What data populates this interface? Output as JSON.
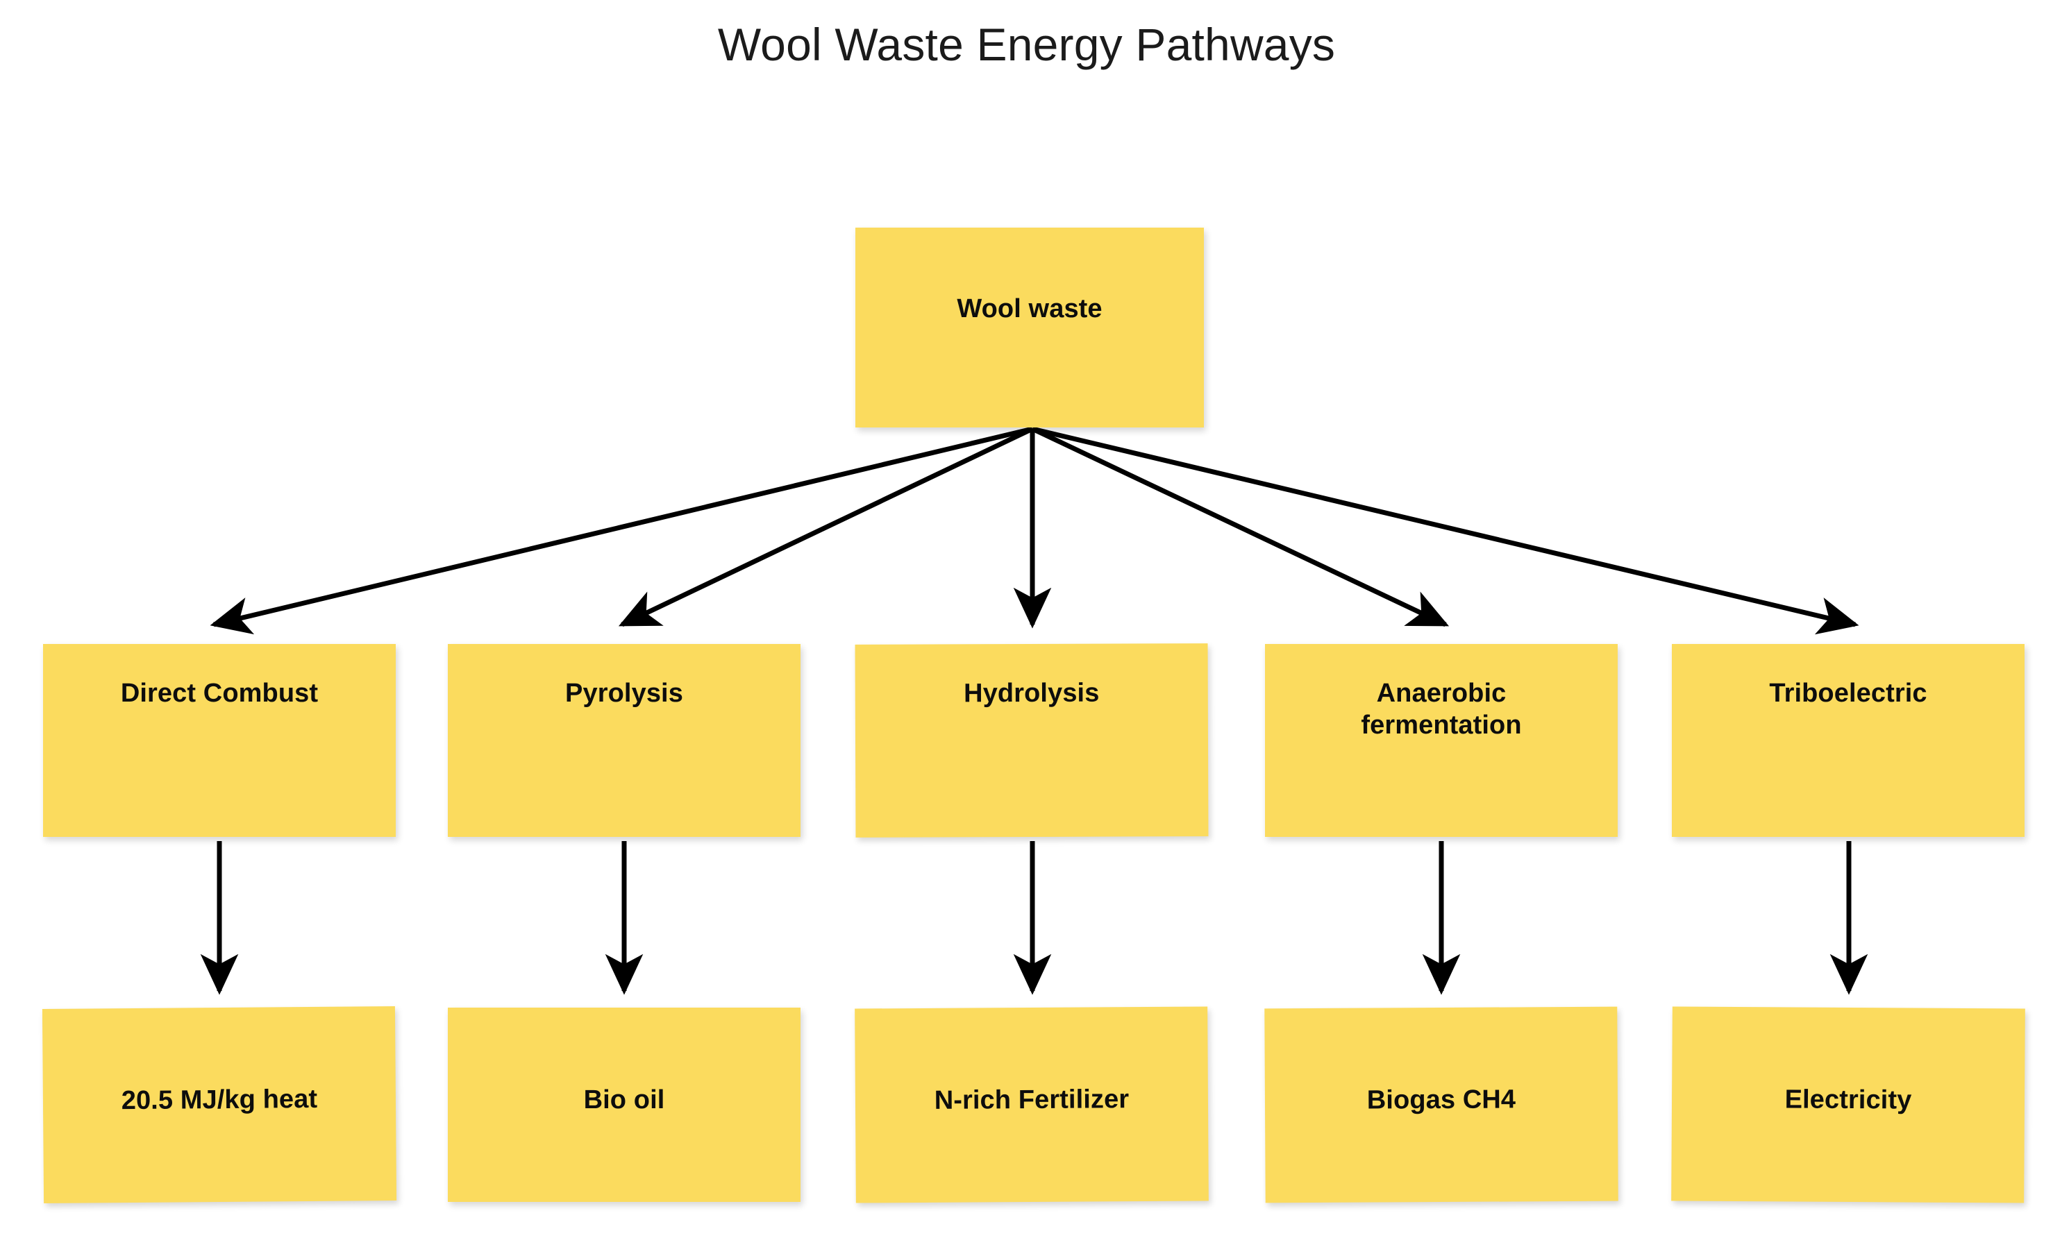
{
  "title": "Wool Waste Energy Pathways",
  "colors": {
    "node_fill": "#FBDB5E",
    "node_text": "#0d0d0d",
    "edge": "#000000",
    "background": "#ffffff",
    "title_text": "#1b1b1b"
  },
  "root": {
    "label": "Wool waste"
  },
  "processes": [
    {
      "label": "Direct Combust"
    },
    {
      "label": "Pyrolysis"
    },
    {
      "label": "Hydrolysis"
    },
    {
      "label": "Anaerobic\nfermentation"
    },
    {
      "label": "Triboelectric"
    }
  ],
  "outputs": [
    {
      "label": "20.5 MJ/kg heat"
    },
    {
      "label": "Bio oil"
    },
    {
      "label": "N-rich Fertilizer"
    },
    {
      "label": "Biogas CH4"
    },
    {
      "label": "Electricity"
    }
  ],
  "chart_data": {
    "type": "diagram",
    "diagram_kind": "flowchart-tree",
    "title": "Wool Waste Energy Pathways",
    "orientation": "top-down",
    "levels": 3,
    "nodes": [
      {
        "id": "root",
        "label": "Wool waste",
        "level": 0,
        "column": 2
      },
      {
        "id": "proc-0",
        "label": "Direct Combust",
        "level": 1,
        "column": 0
      },
      {
        "id": "proc-1",
        "label": "Pyrolysis",
        "level": 1,
        "column": 1
      },
      {
        "id": "proc-2",
        "label": "Hydrolysis",
        "level": 1,
        "column": 2
      },
      {
        "id": "proc-3",
        "label": "Anaerobic fermentation",
        "level": 1,
        "column": 3
      },
      {
        "id": "proc-4",
        "label": "Triboelectric",
        "level": 1,
        "column": 4
      },
      {
        "id": "out-0",
        "label": "20.5 MJ/kg heat",
        "level": 2,
        "column": 0
      },
      {
        "id": "out-1",
        "label": "Bio oil",
        "level": 2,
        "column": 1
      },
      {
        "id": "out-2",
        "label": "N-rich Fertilizer",
        "level": 2,
        "column": 2
      },
      {
        "id": "out-3",
        "label": "Biogas CH4",
        "level": 2,
        "column": 3
      },
      {
        "id": "out-4",
        "label": "Electricity",
        "level": 2,
        "column": 4
      }
    ],
    "edges": [
      {
        "from": "root",
        "to": "proc-0",
        "style": "arrow"
      },
      {
        "from": "root",
        "to": "proc-1",
        "style": "arrow"
      },
      {
        "from": "root",
        "to": "proc-2",
        "style": "arrow"
      },
      {
        "from": "root",
        "to": "proc-3",
        "style": "arrow"
      },
      {
        "from": "root",
        "to": "proc-4",
        "style": "arrow"
      },
      {
        "from": "proc-0",
        "to": "out-0",
        "style": "arrow"
      },
      {
        "from": "proc-1",
        "to": "out-1",
        "style": "arrow"
      },
      {
        "from": "proc-2",
        "to": "out-2",
        "style": "arrow"
      },
      {
        "from": "proc-3",
        "to": "out-3",
        "style": "arrow"
      },
      {
        "from": "proc-4",
        "to": "out-4",
        "style": "arrow"
      }
    ]
  }
}
